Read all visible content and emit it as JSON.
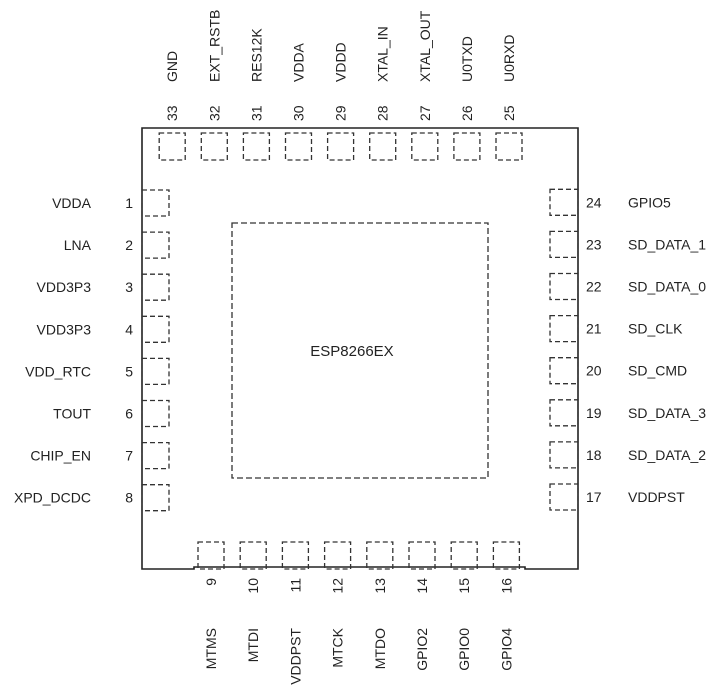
{
  "chip": {
    "name": "ESP8266EX"
  },
  "pins": {
    "left": [
      {
        "num": "1",
        "label": "VDDA"
      },
      {
        "num": "2",
        "label": "LNA"
      },
      {
        "num": "3",
        "label": "VDD3P3"
      },
      {
        "num": "4",
        "label": "VDD3P3"
      },
      {
        "num": "5",
        "label": "VDD_RTC"
      },
      {
        "num": "6",
        "label": "TOUT"
      },
      {
        "num": "7",
        "label": "CHIP_EN"
      },
      {
        "num": "8",
        "label": "XPD_DCDC"
      }
    ],
    "bottom": [
      {
        "num": "9",
        "label": "MTMS"
      },
      {
        "num": "10",
        "label": "MTDI"
      },
      {
        "num": "11",
        "label": "VDDPST"
      },
      {
        "num": "12",
        "label": "MTCK"
      },
      {
        "num": "13",
        "label": "MTDO"
      },
      {
        "num": "14",
        "label": "GPIO2"
      },
      {
        "num": "15",
        "label": "GPIO0"
      },
      {
        "num": "16",
        "label": "GPIO4"
      }
    ],
    "right": [
      {
        "num": "17",
        "label": "VDDPST"
      },
      {
        "num": "18",
        "label": "SD_DATA_2"
      },
      {
        "num": "19",
        "label": "SD_DATA_3"
      },
      {
        "num": "20",
        "label": "SD_CMD"
      },
      {
        "num": "21",
        "label": "SD_CLK"
      },
      {
        "num": "22",
        "label": "SD_DATA_0"
      },
      {
        "num": "23",
        "label": "SD_DATA_1"
      },
      {
        "num": "24",
        "label": "GPIO5"
      }
    ],
    "top": [
      {
        "num": "25",
        "label": "U0RXD"
      },
      {
        "num": "26",
        "label": "U0TXD"
      },
      {
        "num": "27",
        "label": "XTAL_OUT"
      },
      {
        "num": "28",
        "label": "XTAL_IN"
      },
      {
        "num": "29",
        "label": "VDDD"
      },
      {
        "num": "30",
        "label": "VDDA"
      },
      {
        "num": "31",
        "label": "RES12K"
      },
      {
        "num": "32",
        "label": "EXT_RSTB"
      },
      {
        "num": "33",
        "label": "GND"
      }
    ]
  }
}
